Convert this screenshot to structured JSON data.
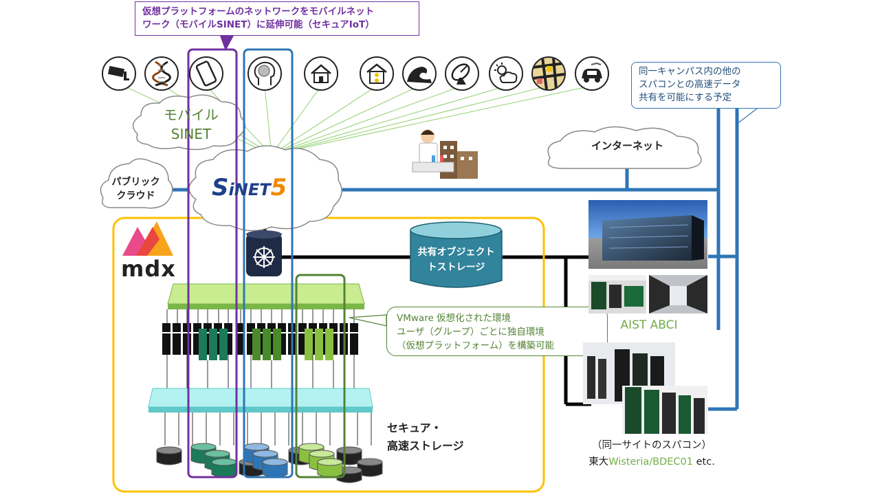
{
  "top_callout": {
    "line1": "仮想プラットフォームのネットワークをモバイルネット",
    "line2": "ワーク（モバイルSINET）に延伸可能（セキュアIoT）"
  },
  "right_callout": {
    "line1": "同一キャンパス内の他の",
    "line2": "スパコンとの高速データ",
    "line3": "共有を可能にする予定"
  },
  "mobile_sinet": {
    "line1": "モバイル",
    "line2": "SINET"
  },
  "public_cloud": {
    "line1": "パブリック",
    "line2": "クラウド"
  },
  "internet": "インターネット",
  "sinet_logo": {
    "letter_s": "S",
    "text": "iNET",
    "num": "5"
  },
  "storage": {
    "line1": "共有オブジェクト",
    "line2": "トストレージ"
  },
  "mdx_logo": "mdx",
  "vmware_callout": {
    "line1": "VMware 仮想化された環境",
    "line2": "ユーザ（グループ）ごとに独自環境",
    "line3": "（仮想プラットフォーム）を構築可能"
  },
  "secure_storage": {
    "line1": "セキュア・",
    "line2": "高速ストレージ"
  },
  "aist": "AIST ABCI",
  "same_site": {
    "line1": "（同一サイトのスパコン）",
    "prefix": "東大",
    "name": "Wisteria/BDEC01",
    "suffix": " etc."
  },
  "icons": [
    "camera-icon",
    "dna-icon",
    "smartphone-icon",
    "brain-icon",
    "house-icon",
    "light-house-icon",
    "wave-icon",
    "satellite-dish-icon",
    "weather-icon",
    "map-icon",
    "car-icon"
  ],
  "colors": {
    "purple": "#7030a0",
    "blue": "#2e75b6",
    "green": "#548235",
    "orange": "#ffc000",
    "teal": "#31849b",
    "text_green": "#70ad47"
  }
}
